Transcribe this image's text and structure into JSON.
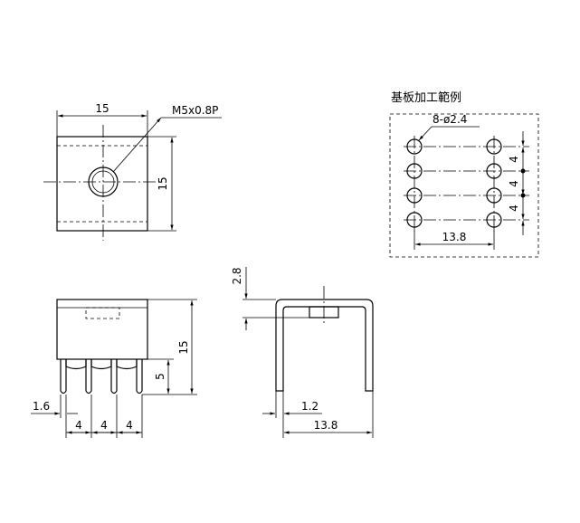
{
  "top_view": {
    "width_dim": "15",
    "height_dim": "15",
    "thread_label": "M5x0.8P"
  },
  "front_view": {
    "height_dim": "15",
    "pin_length_dim": "5",
    "pin_width_dim": "1.6",
    "pitch_dims": [
      "4",
      "4",
      "4"
    ]
  },
  "side_view": {
    "top_dim": "2.8",
    "thickness_dim": "1.2",
    "span_dim": "13.8"
  },
  "pcb_example": {
    "title": "基板加工範例",
    "hole_label": "8-ø2.4",
    "pitch_dims": [
      "4",
      "4",
      "4"
    ],
    "span_dim": "13.8"
  }
}
